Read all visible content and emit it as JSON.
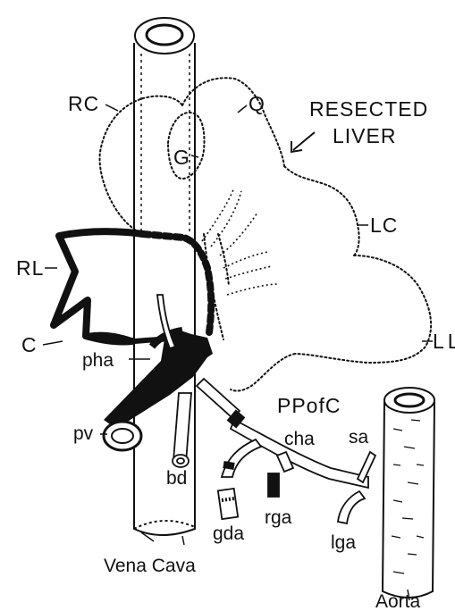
{
  "labels": {
    "rc": "RC",
    "q": "Q",
    "resected_line1": "RESECTED",
    "resected_line2": "LIVER",
    "g": "G",
    "lc": "LC",
    "rl": "RL",
    "c": "C",
    "ll": "LL",
    "pha": "pha",
    "ppofc": "PPofC",
    "pv": "pv",
    "cha": "cha",
    "sa": "sa",
    "bd": "bd",
    "gda": "gda",
    "rga": "rga",
    "lga": "lga",
    "vena_cava": "Vena Cava",
    "aorta": "Aorta"
  },
  "colors": {
    "ink": "#111111",
    "paper": "#ffffff"
  }
}
